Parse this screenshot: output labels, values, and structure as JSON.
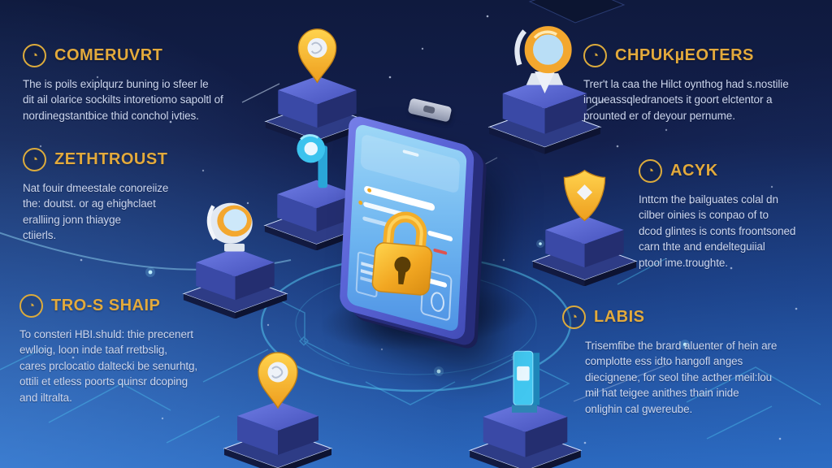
{
  "badge_glyph": "◔",
  "colors": {
    "accent_gold": "#e3aa3c",
    "body_text": "#ccd6ee",
    "background_top": "#0f1a3e",
    "background_bottom": "#2b68be",
    "circuit_cyan": "#4ec8f2",
    "lock_gold": "#f5b42a",
    "device_purple": "#525ec8",
    "screen_blue": "#74b8ef",
    "pedestal_blue": "#45519f"
  },
  "blocks": [
    {
      "id": "comeruvrt",
      "heading": "COMERUVRT",
      "body": "The is poils exiplqurz buning io sfeer le\ndit ail olarice sockilts intoretiomo sapoltl of\nnordinegstantbice thid conchol ivties."
    },
    {
      "id": "zethtroust",
      "heading": "ZETHTROUST",
      "body": "Nat fouir dmeestale conoreiize\nthe: doutst. or ag ehighclaet\neralliing jonn thiayge\nctiierls."
    },
    {
      "id": "tros-shaip",
      "heading": "TRO-S SHAIP",
      "body": "To consteri HBI.shuld: thie precenert\newlloig, loon inde taaf rretbslig,\ncares prclocatio daltecki be senurhtg,\nottili et etless poorts quinsr dcoping\nand iltralta."
    },
    {
      "id": "chpukueoters",
      "heading": "CHPUKµEOTERS",
      "body": "Trer't la caa the Hilct oynthog had s.nostilie\ninqueassqledranoets it goort elctentor a\nprounted er of deyour pernume."
    },
    {
      "id": "acyk",
      "heading": "ACYK",
      "body": "Inttcm the bailguates colal dn\ncilber oinies is conpao of to\ndcod glintes is conts froontsoned\ncarn thte and endelteguiial\nptool ime.troughte."
    },
    {
      "id": "labis",
      "heading": "LABIS",
      "body": "Trisemfibe the brard aluenter of hein are\ncomplotte ess idto hangofl anges\ndiecignene, for seol tihe acther meil:lou\nmil hat teigee anithes thain inide\nonlighin cal gwereube."
    }
  ],
  "scene": {
    "center": "secure-tablet-with-gold-padlock",
    "pedestals": [
      "gold-location-pin",
      "gold-magnifier-pin",
      "cyan-badge",
      "silver-gold-lens-ring",
      "gold-shield-pin",
      "gold-location-pin",
      "cyan-monolith-card"
    ]
  }
}
